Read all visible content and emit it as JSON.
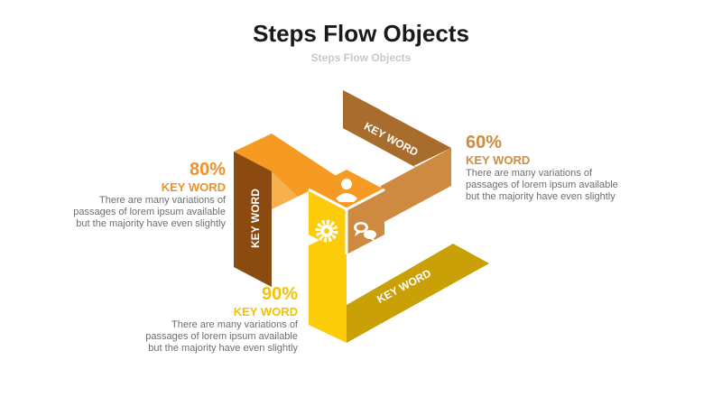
{
  "title": "Steps Flow Objects",
  "subtitle": "Steps Flow Objects",
  "colors": {
    "orange": "#f59a23",
    "dark_brown": "#8b4a0f",
    "light_brown": "#cf8a41",
    "mid_brown": "#a86c2c",
    "yellow": "#fccb0a",
    "mustard": "#c9a006"
  },
  "arms": [
    {
      "label": "KEY WORD",
      "icon": "user-icon"
    },
    {
      "label": "KEY WORD",
      "icon": "chat-bubbles-icon"
    },
    {
      "label": "KEY WORD",
      "icon": "gear-icon"
    }
  ],
  "steps": [
    {
      "percent": "80%",
      "keyword": "KEY WORD",
      "lines": [
        "There are many variations of",
        "passages of lorem ipsum available",
        "but the majority have even slightly"
      ]
    },
    {
      "percent": "60%",
      "keyword": "KEY WORD",
      "lines": [
        "There are many variations of",
        "passages of lorem ipsum available",
        "but the majority have even slightly"
      ]
    },
    {
      "percent": "90%",
      "keyword": "KEY WORD",
      "lines": [
        "There are many variations of",
        "passages of lorem ipsum available",
        "but the majority have even slightly"
      ]
    }
  ]
}
